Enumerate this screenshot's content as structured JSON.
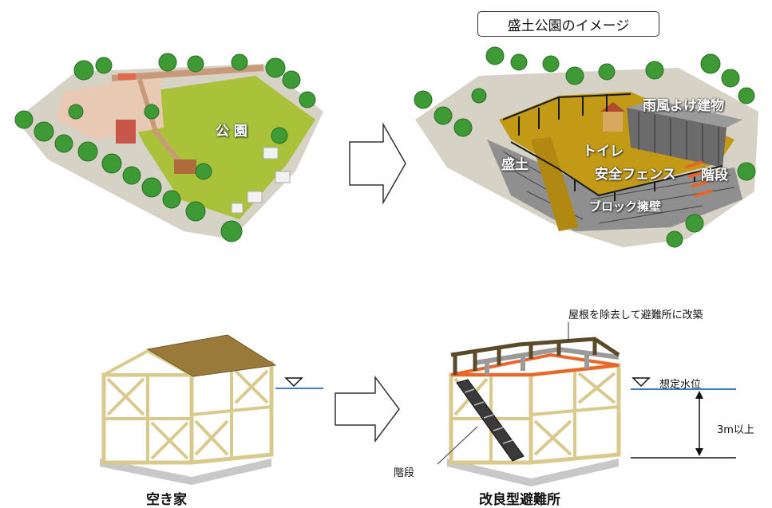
{
  "top_left": {
    "park_label": "公 園"
  },
  "top_right": {
    "title": "盛土公園のイメージ",
    "labels": {
      "shelter": "雨風よけ建物",
      "toilet": "トイレ",
      "embankment": "盛土",
      "fence": "安全フェンス",
      "stairs": "階段",
      "block_wall": "ブロック擁壁"
    }
  },
  "bottom_left": {
    "caption": "空き家"
  },
  "bottom_right": {
    "caption": "改良型避難所",
    "roof_note": "屋根を除去して避難所に改築",
    "stairs_label": "階段",
    "water_level": "想定水位",
    "height_note": "3m以上"
  },
  "colors": {
    "grass": "#a9c23a",
    "embankment": "#c39a16",
    "timber": "#e9dfae",
    "roof": "#9a7a3a",
    "water_line": "#3a7fc4",
    "orange_frame": "#e8662a"
  }
}
